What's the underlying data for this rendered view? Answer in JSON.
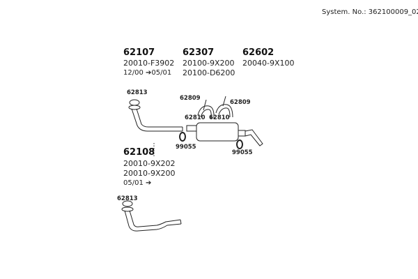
{
  "system_no": "System. No.: 362100009_02",
  "groups": [
    {
      "part": "62107",
      "lines": [
        "20010-F3902",
        "12/00 ➔05/01"
      ]
    },
    {
      "part": "62307",
      "lines": [
        "20100-9X200",
        "20100-D6200"
      ]
    },
    {
      "part": "62602",
      "lines": [
        "20040-9X100"
      ]
    },
    {
      "part": "62108",
      "lines": [
        "20010-9X202",
        "20010-9X200",
        "05/01 ➔"
      ]
    }
  ],
  "callouts": {
    "gasket_top": "62813",
    "gasket_bottom": "62813",
    "hanger_left": "62809",
    "hanger_right": "62809",
    "bracket_left": "62810",
    "bracket_right": "62810",
    "clamp_left": "99055",
    "clamp_right": "99055"
  }
}
